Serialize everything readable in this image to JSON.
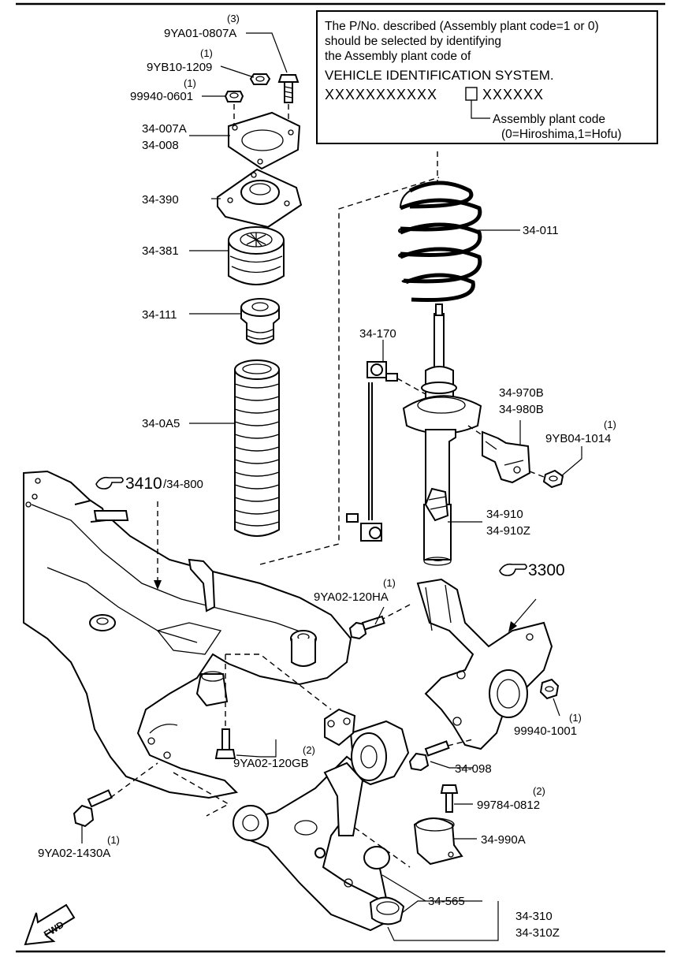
{
  "note": {
    "line1": "The P/No. described (Assembly plant code=1 or 0)",
    "line2": "should be selected by identifying",
    "line3": "the Assembly plant code of",
    "line4": "VEHICLE IDENTIFICATION SYSTEM.",
    "vin_left": "XXXXXXXXXXX",
    "vin_right": "XXXXXX",
    "code_label": "Assembly plant code",
    "code_values": "(0=Hiroshima,1=Hofu)"
  },
  "labels": {
    "p9ya01_0807a": "9YA01-0807A",
    "q9ya01_0807a": "(3)",
    "p9yb10_1209": "9YB10-1209",
    "q9yb10_1209": "(1)",
    "p99940_0601": "99940-0601",
    "q99940_0601": "(1)",
    "p34_007a": "34-007A",
    "p34_008": "34-008",
    "p34_390": "34-390",
    "p34_381": "34-381",
    "p34_111": "34-111",
    "p34_0a5": "34-0A5",
    "p34_011": "34-011",
    "p34_170": "34-170",
    "p34_970b": "34-970B",
    "p34_980b": "34-980B",
    "p9yb04_1014": "9YB04-1014",
    "q9yb04_1014": "(1)",
    "p34_910": "34-910",
    "p34_910z": "34-910Z",
    "ref_3410": "3410",
    "ref_34_800": "/34-800",
    "ref_3300": "3300",
    "p9ya02_120ha": "9YA02-120HA",
    "q9ya02_120ha": "(1)",
    "p99940_1001": "99940-1001",
    "q99940_1001": "(1)",
    "p9ya02_120gb": "9YA02-120GB",
    "q9ya02_120gb": "(2)",
    "p34_098": "34-098",
    "p99784_0812": "99784-0812",
    "q99784_0812": "(2)",
    "p34_990a": "34-990A",
    "p9ya02_1430a": "9YA02-1430A",
    "q9ya02_1430a": "(1)",
    "p34_565": "34-565",
    "p34_310": "34-310",
    "p34_310z": "34-310Z",
    "fwd": "FWD"
  }
}
